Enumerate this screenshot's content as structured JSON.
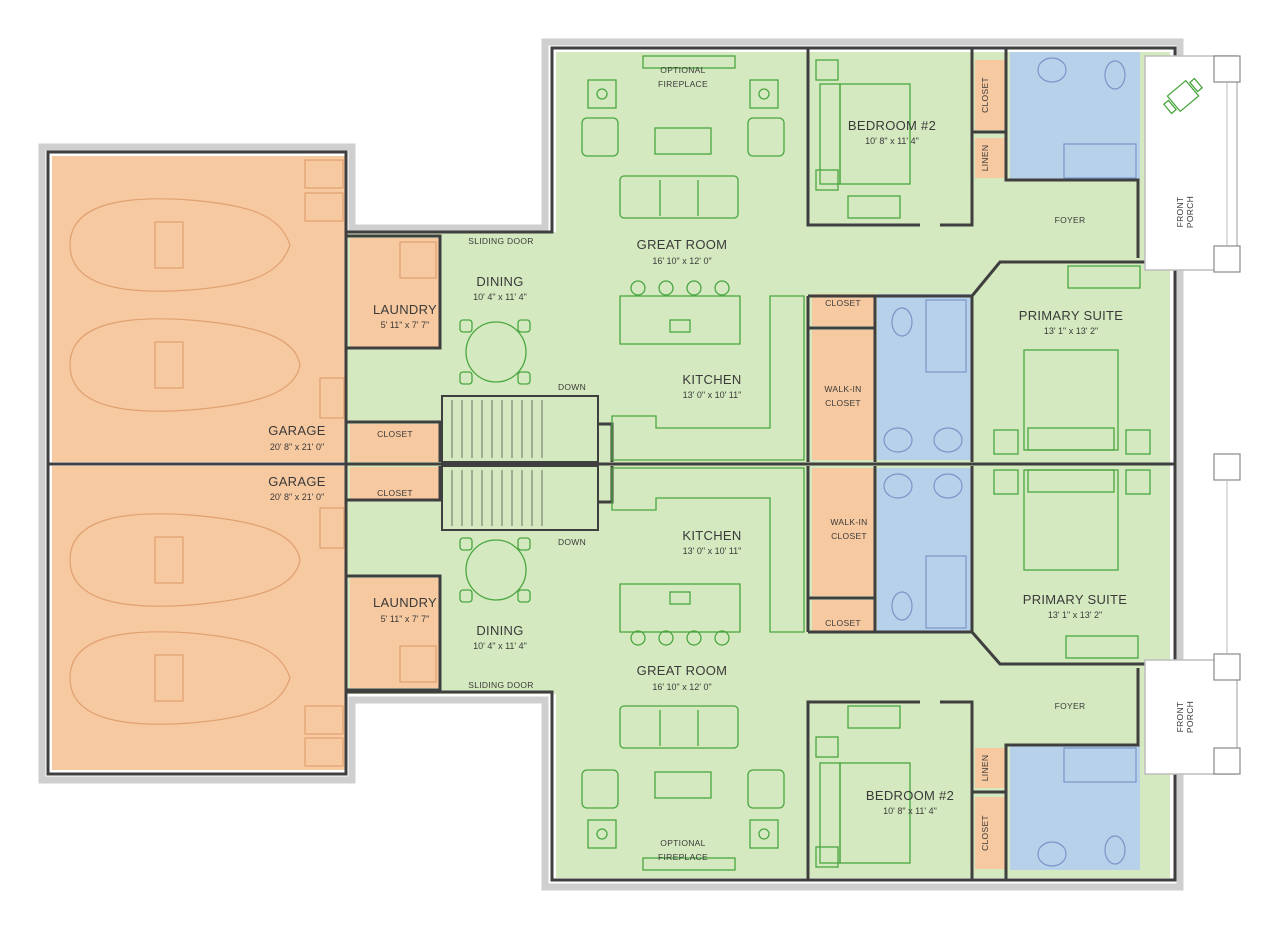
{
  "colors": {
    "living": "#d4e9bf",
    "garage": "#f7c9a0",
    "closet": "#f7c9a0",
    "bath": "#b7d1ea",
    "wall": "#3f3f3f",
    "outer_wall": "#cfcfcf",
    "furniture_green": "#4aa640",
    "furniture_orange": "#e0a070",
    "furniture_blue": "#7a95c8"
  },
  "units": {
    "upper": {
      "garage": {
        "name": "GARAGE",
        "dim": "20' 8\" x 21' 0\""
      },
      "laundry": {
        "name": "LAUNDRY",
        "dim": "5' 11\" x 7' 7\""
      },
      "closet_garage": "CLOSET",
      "dining": {
        "name": "DINING",
        "dim": "10' 4\" x 11' 4\""
      },
      "sliding_door": "SLIDING DOOR",
      "great_room": {
        "name": "GREAT ROOM",
        "dim": "16' 10\" x 12' 0\""
      },
      "fireplace": [
        "OPTIONAL",
        "FIREPLACE"
      ],
      "kitchen": {
        "name": "KITCHEN",
        "dim": "13' 0\" x 10' 11\""
      },
      "stairs": "DOWN",
      "bedroom": {
        "name": "BEDROOM #2",
        "dim": "10' 8\" x 11' 4\""
      },
      "closet_bed": "CLOSET",
      "linen": "LINEN",
      "foyer": "FOYER",
      "porch": [
        "FRONT",
        "PORCH"
      ],
      "closet_suite": "CLOSET",
      "walk_in": [
        "WALK-IN",
        "CLOSET"
      ],
      "primary": {
        "name": "PRIMARY SUITE",
        "dim": "13' 1\" x 13' 2\""
      }
    },
    "lower": {
      "garage": {
        "name": "GARAGE",
        "dim": "20' 8\" x 21' 0\""
      },
      "laundry": {
        "name": "LAUNDRY",
        "dim": "5' 11\" x 7' 7\""
      },
      "closet_garage": "CLOSET",
      "dining": {
        "name": "DINING",
        "dim": "10' 4\" x 11' 4\""
      },
      "sliding_door": "SLIDING DOOR",
      "great_room": {
        "name": "GREAT ROOM",
        "dim": "16' 10\" x 12' 0\""
      },
      "fireplace": [
        "OPTIONAL",
        "FIREPLACE"
      ],
      "kitchen": {
        "name": "KITCHEN",
        "dim": "13' 0\" x 10' 11\""
      },
      "stairs": "DOWN",
      "bedroom": {
        "name": "BEDROOM #2",
        "dim": "10' 8\" x 11' 4\""
      },
      "closet_bed": "CLOSET",
      "linen": "LINEN",
      "foyer": "FOYER",
      "porch": [
        "FRONT",
        "PORCH"
      ],
      "closet_suite": "CLOSET",
      "walk_in": [
        "WALK-IN",
        "CLOSET"
      ],
      "primary": {
        "name": "PRIMARY SUITE",
        "dim": "13' 1\" x 13' 2\""
      }
    }
  }
}
